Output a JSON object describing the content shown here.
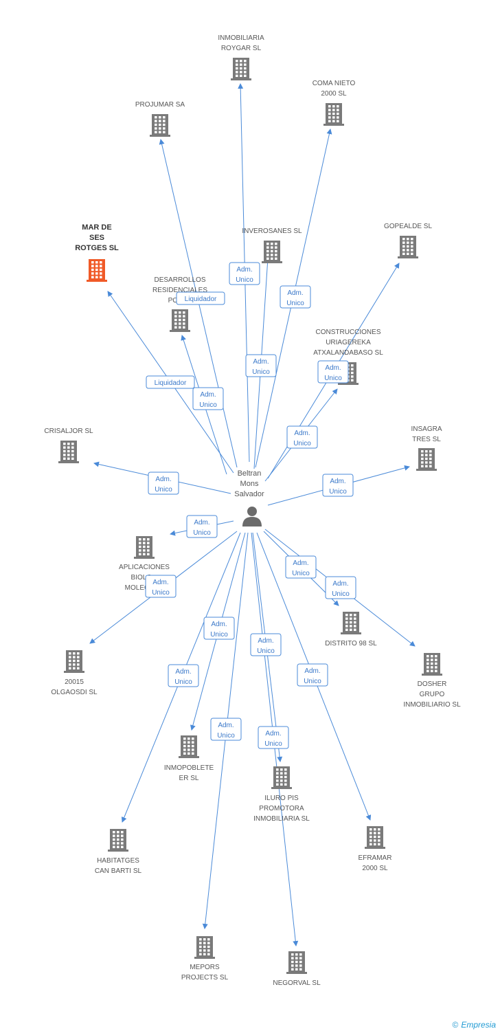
{
  "center": {
    "label": [
      "Beltran",
      "Mons",
      "Salvador"
    ]
  },
  "colors": {
    "edge": "#4a8ad8",
    "building": "#7a7a7a",
    "highlight": "#f05a28",
    "role_text": "#3a78c9"
  },
  "nodes": [
    {
      "id": "inmobiliaria-roygar",
      "label": [
        "INMOBILIARIA",
        "ROYGAR SL"
      ],
      "role": [
        "Adm.",
        "Unico"
      ]
    },
    {
      "id": "coma-nieto",
      "label": [
        "COMA NIETO",
        "2000 SL"
      ],
      "role": [
        "Adm.",
        "Unico"
      ]
    },
    {
      "id": "projumar",
      "label": [
        "PROJUMAR SA"
      ],
      "role": [
        "Adm.",
        "Unico"
      ]
    },
    {
      "id": "mar-de-ses-rotges",
      "label": [
        "MAR DE",
        "SES",
        "ROTGES SL"
      ],
      "role": [
        "Liquidador"
      ],
      "highlight": true
    },
    {
      "id": "inverosanes",
      "label": [
        "INVEROSANES SL"
      ],
      "role": [
        "Adm.",
        "Unico"
      ]
    },
    {
      "id": "gopealde",
      "label": [
        "GOPEALDE SL"
      ],
      "role": [
        "Adm.",
        "Unico"
      ]
    },
    {
      "id": "desarrollos-residenciales",
      "label": [
        "DESARROLLOS",
        "RESIDENCIALES",
        "PORT..."
      ],
      "role": [
        "Liquidador"
      ]
    },
    {
      "id": "construcciones-uriagereka",
      "label": [
        "CONSTRUCCIONES",
        "URIAGEREKA",
        "ATXALANDABASO SL"
      ],
      "role": [
        "Adm.",
        "Unico"
      ]
    },
    {
      "id": "crisaljor",
      "label": [
        "CRISALJOR SL"
      ],
      "role": [
        "Adm.",
        "Unico"
      ]
    },
    {
      "id": "insagra-tres",
      "label": [
        "INSAGRA",
        "TRES SL"
      ],
      "role": [
        "Adm.",
        "Unico"
      ]
    },
    {
      "id": "aplicaciones-biolo",
      "label": [
        "APLICACIONES",
        "BIOLO...",
        "MOLECUL..."
      ],
      "role": [
        "Adm.",
        "Unico"
      ]
    },
    {
      "id": "20015-olgaosdi",
      "label": [
        "20015",
        "OLGAOSDI SL"
      ],
      "role": [
        "Adm.",
        "Unico"
      ]
    },
    {
      "id": "distrito-98",
      "label": [
        "DISTRITO 98 SL"
      ],
      "role": [
        "Adm.",
        "Unico"
      ]
    },
    {
      "id": "dosher-grupo",
      "label": [
        "DOSHER",
        "GRUPO",
        "INMOBILIARIO SL"
      ],
      "role": [
        "Adm.",
        "Unico"
      ]
    },
    {
      "id": "inmopobleteer",
      "label": [
        "INMOPOBLETE",
        "ER SL"
      ],
      "role": [
        "Adm.",
        "Unico"
      ]
    },
    {
      "id": "iluro-pis",
      "label": [
        "ILURO PIS",
        "PROMOTORA",
        "INMOBILIARIA SL"
      ],
      "role": [
        "Adm.",
        "Unico"
      ]
    },
    {
      "id": "habitatges-can-barti",
      "label": [
        "HABITATGES",
        "CAN BARTI SL"
      ],
      "role": [
        "Adm.",
        "Unico"
      ]
    },
    {
      "id": "eframar-2000",
      "label": [
        "EFRAMAR",
        "2000 SL"
      ],
      "role": [
        "Adm.",
        "Unico"
      ]
    },
    {
      "id": "mepors-projects",
      "label": [
        "MEPORS",
        "PROJECTS SL"
      ],
      "role": [
        "Adm.",
        "Unico"
      ]
    },
    {
      "id": "negorval",
      "label": [
        "NEGORVAL SL"
      ],
      "role": [
        "Adm.",
        "Unico"
      ]
    }
  ],
  "footer": {
    "copyright": "©",
    "brand": "Empresia"
  }
}
